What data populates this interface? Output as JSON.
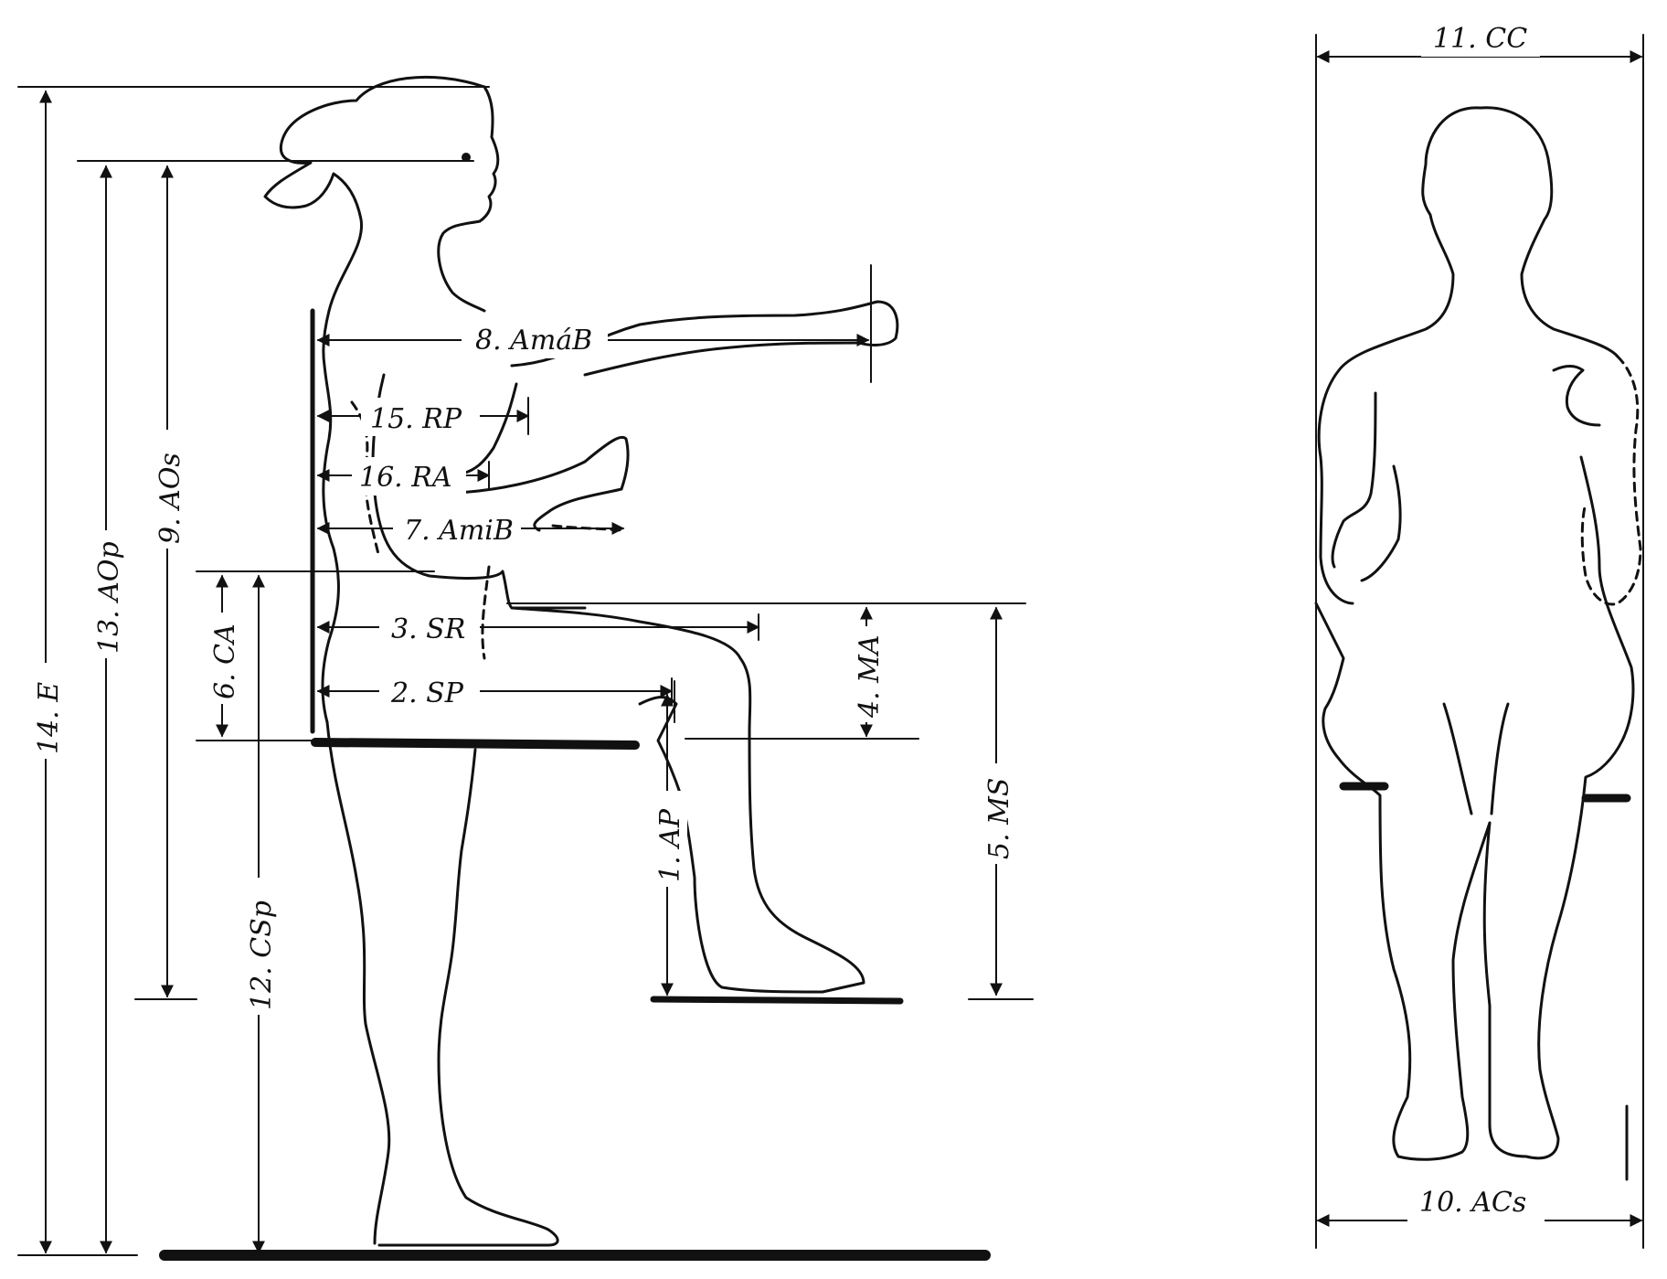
{
  "labels": {
    "m1": "1. AP",
    "m2": "2. SP",
    "m3": "3. SR",
    "m4": "4. MA",
    "m5": "5. MS",
    "m6": "6. CA",
    "m7": "7. AmiB",
    "m8": "8. AmáB",
    "m9": "9. AOs",
    "m10": "10. ACs",
    "m11": "11. CC",
    "m12": "12. CSp",
    "m13": "13. AOp",
    "m14": "14. E",
    "m15": "15. RP",
    "m16": "16. RA"
  },
  "colors": {
    "ink": "#111111",
    "background": "#ffffff"
  }
}
